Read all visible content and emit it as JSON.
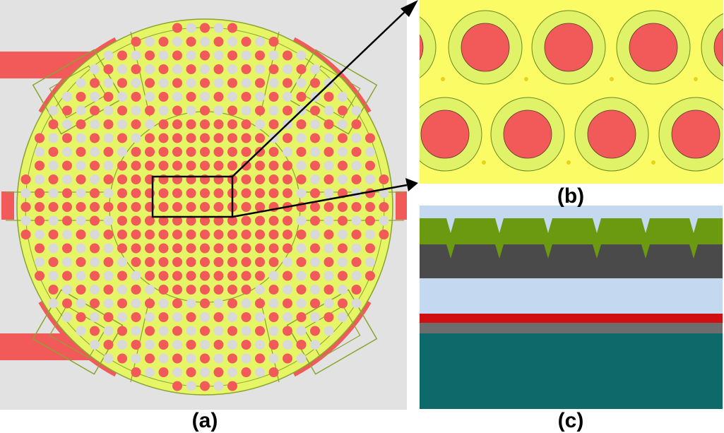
{
  "figure": {
    "labels": {
      "a": "(a)",
      "b": "(b)",
      "c": "(c)"
    }
  },
  "colors": {
    "background_gray": "#e2e2e2",
    "film_yellow": "#e6f566",
    "film_outline": "#8aa431",
    "hole_red": "#f25a5a",
    "hole_gray": "#d9d9d9",
    "zoom_yellow": "#fbfb66",
    "ring_green": "#dff268",
    "layer_sky": "#c4d9f0",
    "layer_green": "#6b9a10",
    "layer_charcoal": "#4a4a4a",
    "layer_red": "#d01010",
    "layer_gray": "#6d6d6d",
    "layer_teal": "#0e6a6a"
  }
}
